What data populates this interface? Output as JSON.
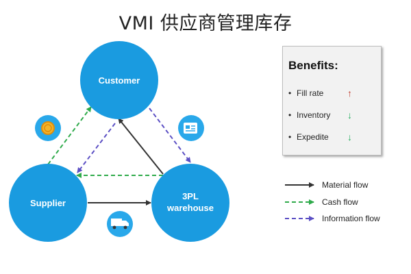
{
  "title": "VMI 供应商管理库存",
  "nodes": {
    "customer": "Customer",
    "supplier": "Supplier",
    "warehouse_line1": "3PL",
    "warehouse_line2": "warehouse"
  },
  "benefits": {
    "title": "Benefits:",
    "bullet": "•",
    "items": [
      {
        "label": "Fill rate",
        "arrow": "↑",
        "color": "#c0392b"
      },
      {
        "label": "Inventory",
        "arrow": "↓",
        "color": "#27ae60"
      },
      {
        "label": "Expedite",
        "arrow": "↓",
        "color": "#27ae60"
      }
    ]
  },
  "legend": {
    "material": "Material flow",
    "cash": "Cash flow",
    "information": "Information flow"
  },
  "colors": {
    "node": "#1a9be0",
    "icon_bg": "#29a8ea",
    "material": "#333333",
    "cash": "#2eaa4a",
    "information": "#5b4fc4"
  },
  "icons": [
    "coin-icon",
    "document-icon",
    "truck-icon"
  ]
}
